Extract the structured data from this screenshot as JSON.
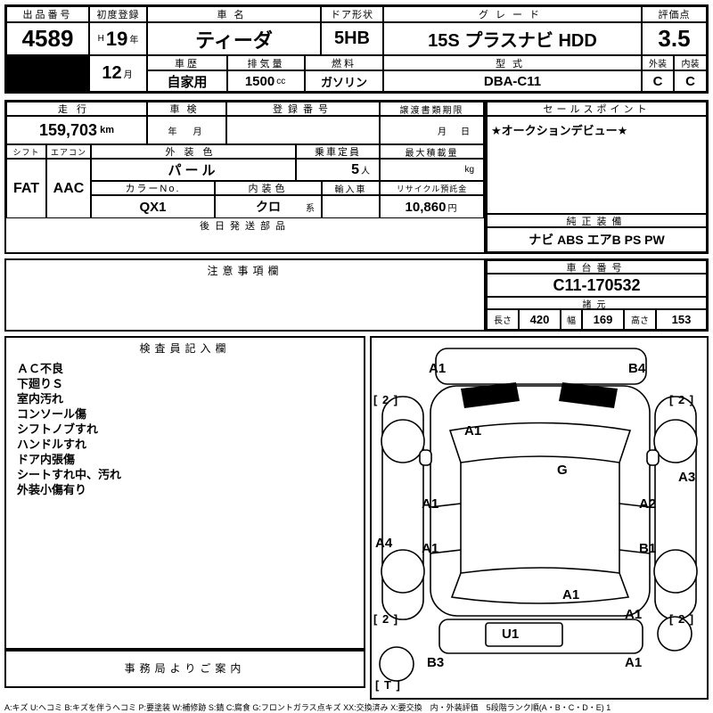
{
  "header": {
    "auction_no_label": "出品番号",
    "auction_no": "4589",
    "first_reg_label": "初度登録",
    "first_reg_era": "H",
    "first_reg_year": "19",
    "year_suffix": "年",
    "first_reg_month": "12",
    "month_suffix": "月",
    "car_name_label": "車名",
    "car_name": "ティーダ",
    "door_label": "ドア形状",
    "door": "5HB",
    "grade_label": "グレード",
    "grade": "15S プラスナビ HDD",
    "score_label": "評価点",
    "score": "3.5",
    "history_label": "車歴",
    "history": "自家用",
    "displacement_label": "排気量",
    "displacement": "1500",
    "displacement_unit": "cc",
    "fuel_label": "燃料",
    "fuel": "ガソリン",
    "model_label": "型式",
    "model": "DBA-C11",
    "exterior_label": "外装",
    "interior_label": "内装",
    "exterior_grade": "C",
    "interior_grade": "C"
  },
  "registration": {
    "mileage_label": "走行",
    "mileage": "159,703",
    "mileage_unit": "km",
    "inspection_label": "車検",
    "inspection_value": "年　月",
    "reg_no_label": "登録番号",
    "transfer_label": "譲渡書類期限",
    "transfer_value": "月　日",
    "sales_point_label": "セールスポイント",
    "sales_point": "★オークションデビュー★"
  },
  "equipment": {
    "shift_label": "シフト",
    "shift": "FAT",
    "aircon_label": "エアコン",
    "aircon": "AAC",
    "ext_color_label": "外装色",
    "ext_color": "パール",
    "capacity_label": "乗車定員",
    "capacity": "5",
    "capacity_unit": "人",
    "max_load_label": "最大積載量",
    "max_load_unit": "kg",
    "color_no_label": "カラーNo.",
    "color_no": "QX1",
    "int_color_label": "内装色",
    "int_color": "クロ",
    "int_color_suffix": "系",
    "import_label": "輸入車",
    "recycle_label": "リサイクル預託金",
    "recycle_fee": "10,860",
    "recycle_unit": "円",
    "later_parts_label": "後日発送部品",
    "genuine_label": "純正装備",
    "genuine_equipment": "ナビ ABS エアB PS PW"
  },
  "notes": {
    "caution_label": "注意事項欄",
    "chassis_label": "車台番号",
    "chassis_no": "C11-170532",
    "specs_label": "諸元",
    "length_label": "長さ",
    "length": "420",
    "width_label": "幅",
    "width": "169",
    "height_label": "高さ",
    "height": "153"
  },
  "inspection": {
    "inspector_label": "検査員記入欄",
    "remarks": [
      "ＡＣ不良",
      "下廻りＳ",
      "室内汚れ",
      "コンソール傷",
      "シフトノブすれ",
      "ハンドルすれ",
      "ドア内張傷",
      "シートすれ中、汚れ",
      "外装小傷有り"
    ],
    "office_label": "事務局よりご案内"
  },
  "diagram": {
    "labels": [
      {
        "text": "A1"
      },
      {
        "text": "B4"
      },
      {
        "text": "[ 2 ]"
      },
      {
        "text": "[ 2 ]"
      },
      {
        "text": "A1"
      },
      {
        "text": "G"
      },
      {
        "text": "A3"
      },
      {
        "text": "A1"
      },
      {
        "text": "A2"
      },
      {
        "text": "A4"
      },
      {
        "text": "A1"
      },
      {
        "text": "B1"
      },
      {
        "text": "A1"
      },
      {
        "text": "A1"
      },
      {
        "text": "[ 2 ]"
      },
      {
        "text": "[ 2 ]"
      },
      {
        "text": "U1"
      },
      {
        "text": "B3"
      },
      {
        "text": "A1"
      },
      {
        "text": "[ T ]"
      }
    ]
  },
  "footer": {
    "legend": "A:キズ U:ヘコミ B:キズを伴うヘコミ P:要塗装 W:補修跡 S:錆 C:腐食 G:フロントガラス点キズ XX:交換済み X:要交換　内・外装評価　5段階ランク順(A・B・C・D・E) 1"
  }
}
